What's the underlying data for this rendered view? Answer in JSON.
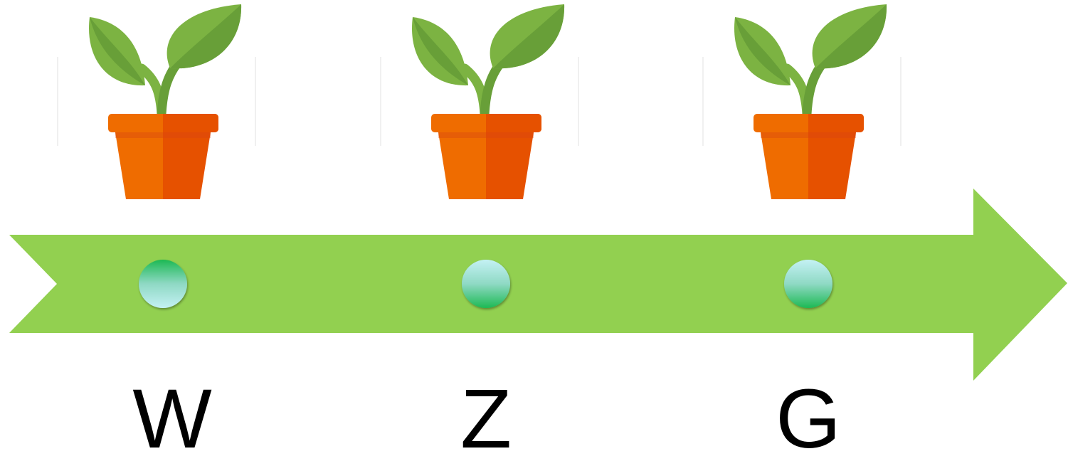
{
  "colors": {
    "arrow": "#92d050",
    "leaf_light": "#7cb342",
    "leaf_dark": "#689f38",
    "stem": "#7cb342",
    "pot_light": "#ef6c00",
    "pot_dark": "#e65100",
    "marker_top": "#1db954",
    "marker_bottom": "#c4f1f4"
  },
  "icons": [
    "potted-plant-icon",
    "timeline-dot-icon"
  ],
  "stages": [
    {
      "label": "W",
      "marker": "dark-top"
    },
    {
      "label": "Z",
      "marker": "dark-bottom"
    },
    {
      "label": "G",
      "marker": "dark-bottom"
    }
  ]
}
